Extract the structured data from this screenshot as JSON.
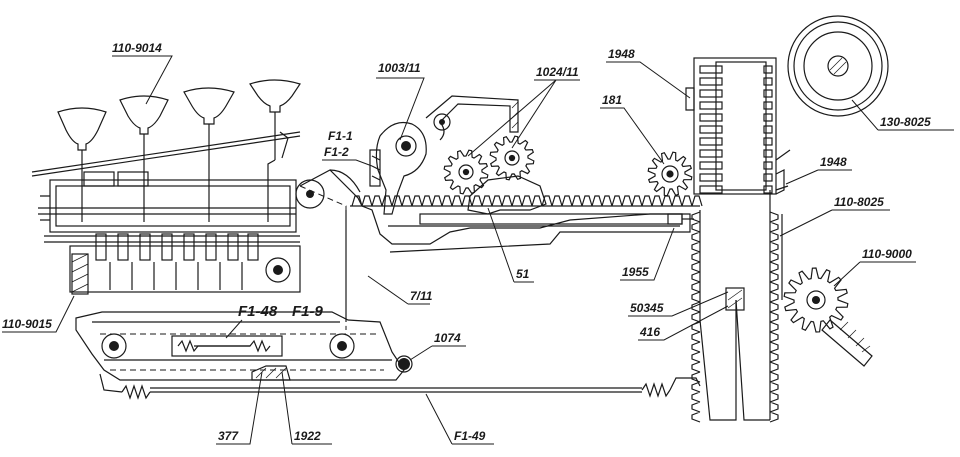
{
  "labels": {
    "l_110_9014": "110-9014",
    "l_1003_11": "1003/11",
    "l_1024_11": "1024/11",
    "l_1948_top": "1948",
    "l_181": "181",
    "l_130_8025": "130-8025",
    "l_f1_1": "F1-1",
    "l_f1_2": "F1-2",
    "l_1948_mid": "1948",
    "l_110_8025": "110-8025",
    "l_110_9000": "110-9000",
    "l_51": "51",
    "l_1955": "1955",
    "l_7_11": "7/11",
    "l_50345": "50345",
    "l_416": "416",
    "l_110_9015": "110-9015",
    "l_f1_48": "F1-48",
    "l_f1_9": "F1-9",
    "l_1074": "1074",
    "l_377": "377",
    "l_1922": "1922",
    "l_f1_49": "F1-49"
  }
}
